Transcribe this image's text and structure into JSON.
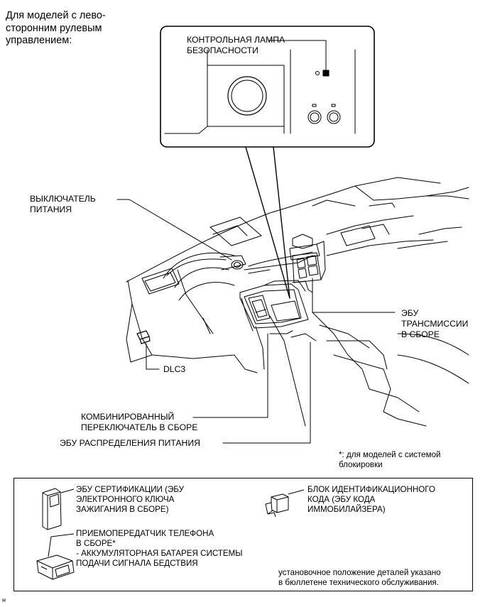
{
  "heading": "Для моделей с лево-\nсторонним рулевым\nуправлением:",
  "labels": {
    "security_lamp": "КОНТРОЛЬНАЯ ЛАМПА\nБЕЗОПАСНОСТИ",
    "power_switch": "ВЫКЛЮЧАТЕЛЬ\nПИТАНИЯ",
    "transmission_ecu": "ЭБУ\nТРАНСМИССИИ\nВ СБОРЕ",
    "dlc3": "DLC3",
    "combination_switch": "КОМБИНИРОВАННЫЙ\nПЕРЕКЛЮЧАТЕЛЬ В СБОРЕ",
    "power_distribution_ecu": "ЭБУ РАСПРЕДЕЛЕНИЯ ПИТАНИЯ"
  },
  "footnote": "*: для моделей с системой\nблокировки",
  "legend": {
    "certification_ecu": "ЭБУ СЕРТИФИКАЦИИ (ЭБУ\nЭЛЕКТРОННОГО КЛЮЧА\nЗАЖИГАНИЯ В СБОРЕ)",
    "id_code_box": "БЛОК ИДЕНТИФИКАЦИОННОГО\nКОДА (ЭБУ КОДА\nИММОБИЛАЙЗЕРА)",
    "phone_transceiver": "ПРИЕМОПЕРЕДАТЧИК ТЕЛЕФОНА\nВ СБОРЕ*\n- АККУМУЛЯТОРНАЯ БАТАРЕЯ СИСТЕМЫ\nПОДАЧИ СИГНАЛА БЕДСТВИЯ",
    "note": "установочное положение деталей указано\nв бюллетене технического обслуживания."
  },
  "corner_mark": "н"
}
